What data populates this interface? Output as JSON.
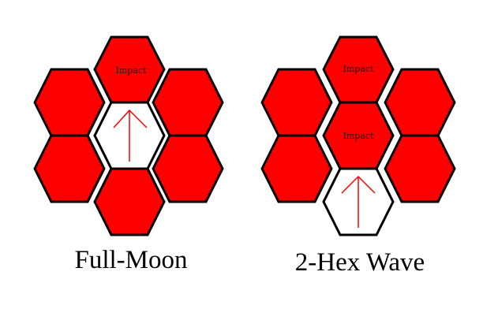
{
  "colors": {
    "fill": "#ff0000",
    "empty": "#ffffff",
    "stroke": "#000000",
    "arrow": "#ff0000"
  },
  "diagrams": [
    {
      "caption": "Full-Moon",
      "hexes": [
        {
          "role": "impact",
          "label": "Impact"
        },
        {
          "role": "filled",
          "label": ""
        },
        {
          "role": "filled",
          "label": ""
        },
        {
          "role": "origin",
          "label": "",
          "arrow": "up-arrow-icon"
        },
        {
          "role": "filled",
          "label": ""
        },
        {
          "role": "filled",
          "label": ""
        },
        {
          "role": "filled",
          "label": ""
        }
      ]
    },
    {
      "caption": "2-Hex Wave",
      "hexes": [
        {
          "role": "impact",
          "label": "Impact"
        },
        {
          "role": "filled",
          "label": ""
        },
        {
          "role": "filled",
          "label": ""
        },
        {
          "role": "impact",
          "label": "Impact"
        },
        {
          "role": "filled",
          "label": ""
        },
        {
          "role": "filled",
          "label": ""
        },
        {
          "role": "origin",
          "label": "",
          "arrow": "up-arrow-icon"
        }
      ]
    }
  ]
}
